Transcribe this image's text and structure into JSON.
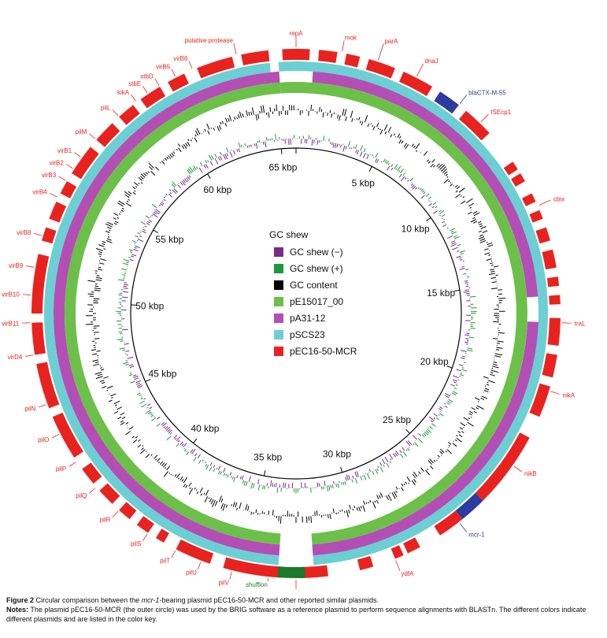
{
  "figure": {
    "legend_title": "GC shew",
    "legend": [
      {
        "label": "GC shew (−)",
        "color": "#7b2a8c"
      },
      {
        "label": "GC shew (+)",
        "color": "#1a9a3a"
      },
      {
        "label": "GC content",
        "color": "#000000"
      },
      {
        "label": "pE15017_00",
        "color": "#6cc04a"
      },
      {
        "label": "pA31-12",
        "color": "#b34fb4"
      },
      {
        "label": "pSCS23",
        "color": "#6ccfd4"
      },
      {
        "label": "pEC16-50-MCR",
        "color": "#e8231f"
      }
    ],
    "kbp_labels": [
      "5 kbp",
      "10 kbp",
      "15 kbp",
      "20 kbp",
      "25 kbp",
      "30 kbp",
      "35 kbp",
      "40 kbp",
      "45 kbp",
      "50 kbp",
      "55 kbp",
      "60 kbp",
      "65 kbp"
    ],
    "gene_labels": [
      {
        "text": "putative protease",
        "color": "#e8231f"
      },
      {
        "text": "repA",
        "color": "#e8231f"
      },
      {
        "text": "mok",
        "color": "#e8231f"
      },
      {
        "text": "parA",
        "color": "#e8231f"
      },
      {
        "text": "dnaJ",
        "color": "#e8231f"
      },
      {
        "text": "blaCTX-M-55",
        "color": "#2e3b9e"
      },
      {
        "text": "ISEcp1",
        "color": "#e8231f"
      },
      {
        "text": "cbix",
        "color": "#e8231f"
      },
      {
        "text": "traL",
        "color": "#e8231f"
      },
      {
        "text": "nikA",
        "color": "#e8231f"
      },
      {
        "text": "nikB",
        "color": "#e8231f"
      },
      {
        "text": "mcr-1",
        "color": "#2e3b9e"
      },
      {
        "text": "ydfA",
        "color": "#e8231f"
      },
      {
        "text": "rci",
        "color": "#e8231f"
      },
      {
        "text": "shufflon",
        "color": "#1a7a2a"
      },
      {
        "text": "pilV",
        "color": "#e8231f"
      },
      {
        "text": "pilU",
        "color": "#e8231f"
      },
      {
        "text": "pilT",
        "color": "#e8231f"
      },
      {
        "text": "pilS",
        "color": "#e8231f"
      },
      {
        "text": "pilR",
        "color": "#e8231f"
      },
      {
        "text": "pilQ",
        "color": "#e8231f"
      },
      {
        "text": "pilP",
        "color": "#e8231f"
      },
      {
        "text": "pilO",
        "color": "#e8231f"
      },
      {
        "text": "pilN",
        "color": "#e8231f"
      },
      {
        "text": "virD4",
        "color": "#e8231f"
      },
      {
        "text": "virB11",
        "color": "#e8231f"
      },
      {
        "text": "virB10",
        "color": "#e8231f"
      },
      {
        "text": "virB9",
        "color": "#e8231f"
      },
      {
        "text": "virB8",
        "color": "#e8231f"
      },
      {
        "text": "virB4",
        "color": "#e8231f"
      },
      {
        "text": "virB3",
        "color": "#e8231f"
      },
      {
        "text": "virB2",
        "color": "#e8231f"
      },
      {
        "text": "virB1",
        "color": "#e8231f"
      },
      {
        "text": "pilM",
        "color": "#e8231f"
      },
      {
        "text": "pilL",
        "color": "#e8231f"
      },
      {
        "text": "kikA",
        "color": "#e8231f"
      },
      {
        "text": "stbE",
        "color": "#e8231f"
      },
      {
        "text": "stbD",
        "color": "#e8231f"
      },
      {
        "text": "virB5",
        "color": "#e8231f"
      },
      {
        "text": "virB6",
        "color": "#e8231f"
      }
    ]
  },
  "caption": {
    "label": "Figure 2",
    "text_a": " Circular comparison between the ",
    "italic": "mcr-1",
    "text_b": "-bearing plasmid pEC16-50-MCR and other reported similar plasmids.",
    "notes_label": "Notes:",
    "notes_text": " The plasmid pEC16-50-MCR (the outer circle) was used by the BRIG software as a reference plasmid to perform sequence alignments with BLASTn. The different colors indicate different plasmids and are listed in the color key."
  }
}
